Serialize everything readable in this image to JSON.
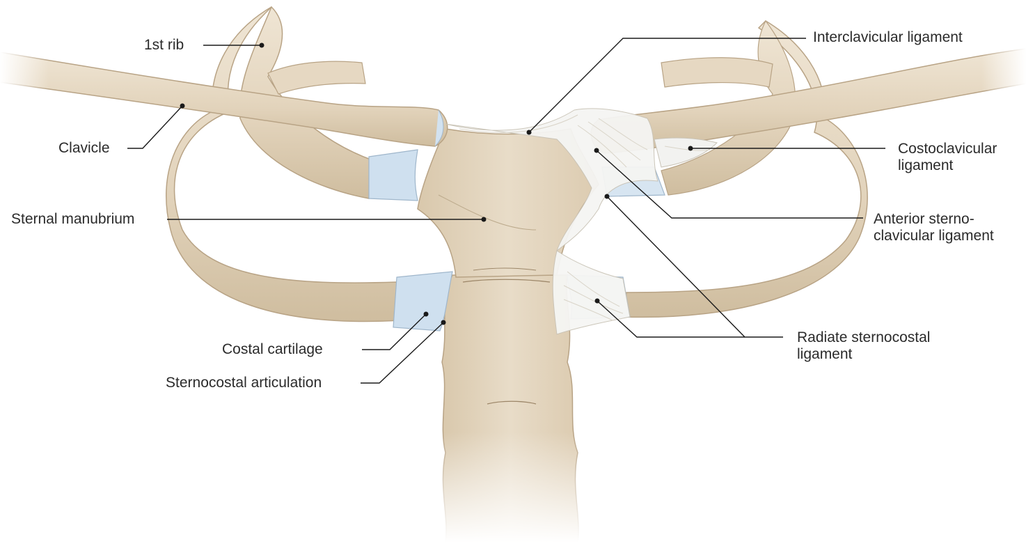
{
  "labels": {
    "first_rib": "1st rib",
    "clavicle": "Clavicle",
    "sternal_manubrium": "Sternal manubrium",
    "costal_cartilage": "Costal cartilage",
    "sternocostal_articulation": "Sternocostal articulation",
    "interclavicular_ligament": "Interclavicular ligament",
    "costoclavicular_ligament_1": "Costoclavicular",
    "costoclavicular_ligament_2": "ligament",
    "anterior_sternoclavicular_1": "Anterior sterno-",
    "anterior_sternoclavicular_2": "clavicular ligament",
    "radiate_sternocostal_1": "Radiate sternocostal",
    "radiate_sternocostal_2": "ligament"
  },
  "colors": {
    "bone": "#e4d6c0",
    "bone_shadow": "#cdb99c",
    "bone_highlight": "#f3ebdd",
    "cartilage": "#cfe0ef",
    "ligament": "#f4f4f2",
    "leader": "#1a1a1a"
  }
}
